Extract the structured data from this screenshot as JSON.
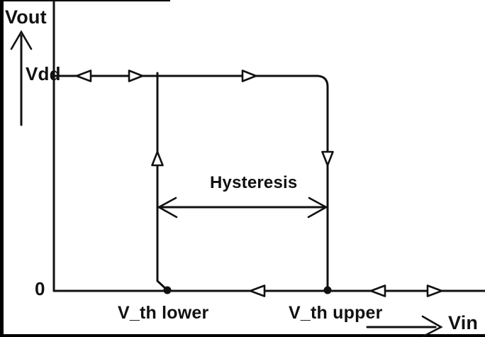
{
  "figure": {
    "type": "hysteresis-transfer-curve"
  },
  "colors": {
    "ink": "#111111",
    "background": "#ffffff"
  },
  "axes": {
    "y_label": "Vout",
    "x_label": "Vin",
    "origin_label": "0",
    "high_level_label": "Vdd"
  },
  "annotations": {
    "hysteresis_label": "Hysteresis",
    "lower_threshold_label": "V_th lower",
    "upper_threshold_label": "V_th upper"
  },
  "icons": {
    "direction_markers": [
      "arrow-left-hollow-icon",
      "arrow-right-hollow-icon",
      "arrow-right-hollow-icon",
      "arrow-up-hollow-icon",
      "arrow-down-hollow-icon",
      "arrow-left-hollow-icon",
      "arrow-left-hollow-icon",
      "arrow-right-hollow-icon"
    ]
  }
}
